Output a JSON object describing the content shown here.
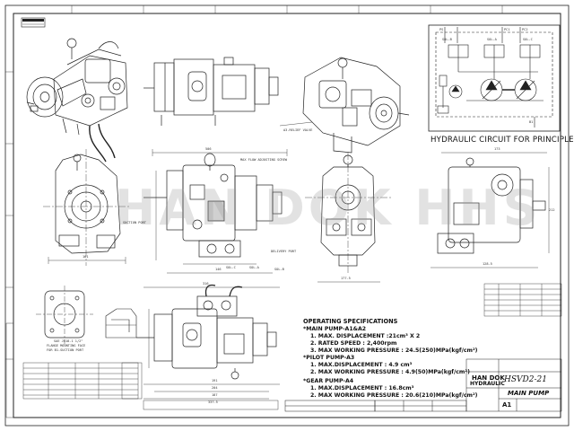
{
  "drawing": {
    "watermark": "HAN DOK HHS",
    "circuit_title": "HYDRAULIC CIRCUIT FOR PRINCIPLE",
    "circuit_labels": {
      "sol_b": "SOL-B",
      "sol_a": "SOL-A",
      "sol_c": "SOL-C",
      "ps": "PS",
      "b1": "B1",
      "pc1": "PC1",
      "pc2": "PC2"
    },
    "view_labels": {
      "relief_valve": "A3-RELIEF VALVE",
      "flow_screw": "MAX FLOW ADJUSTING SCREW",
      "delivery_port": "DELIVERY PORT",
      "sol_c": "SOL-C",
      "sol_a": "SOL-A",
      "sol_b": "SOL-B",
      "suction_port": "SUCTION PORT"
    },
    "flange_note": {
      "line1": "SAE J518-1 1/2\"",
      "line2": "FLANGE MOUNTING FACE",
      "line3": "FOR B1-SUCTION PORT"
    },
    "dims": [
      "506",
      "316",
      "173",
      "161",
      "177.5",
      "128.5",
      "146",
      "191",
      "204",
      "187",
      "337.5",
      "212"
    ]
  },
  "specs": {
    "title": "OPERATING SPECIFICATIONS",
    "main_pump": "*MAIN PUMP-A1&A2",
    "main_items": [
      "1. MAX. DISPLACEMENT :21cm³ X 2",
      "2. RATED SPEED : 2,400rpm",
      "3. MAX WORKING PRESSURE : 24.5(250)MPa(kgf/cm²)"
    ],
    "pilot_pump": "*PILOT PUMP-A3",
    "pilot_items": [
      "1. MAX.DISPLACEMENT : 4.9 cm³",
      "2. MAX WORKING PRESSURE : 4.9(50)MPa(kgf/cm²)"
    ],
    "gear_pump": "*GEAR PUMP-A4",
    "gear_items": [
      "1. MAX.DISPLACEMENT : 16.8cm³",
      "2. MAX WORKING PRESSURE : 20.6(210)MPa(kgf/cm²)"
    ]
  },
  "title_block": {
    "company_line1": "HAN DOK",
    "company_line2": "HYDRAULIC",
    "drawing_no": "HSVD2-21",
    "part_name": "MAIN PUMP",
    "sheet_size": "A1"
  }
}
